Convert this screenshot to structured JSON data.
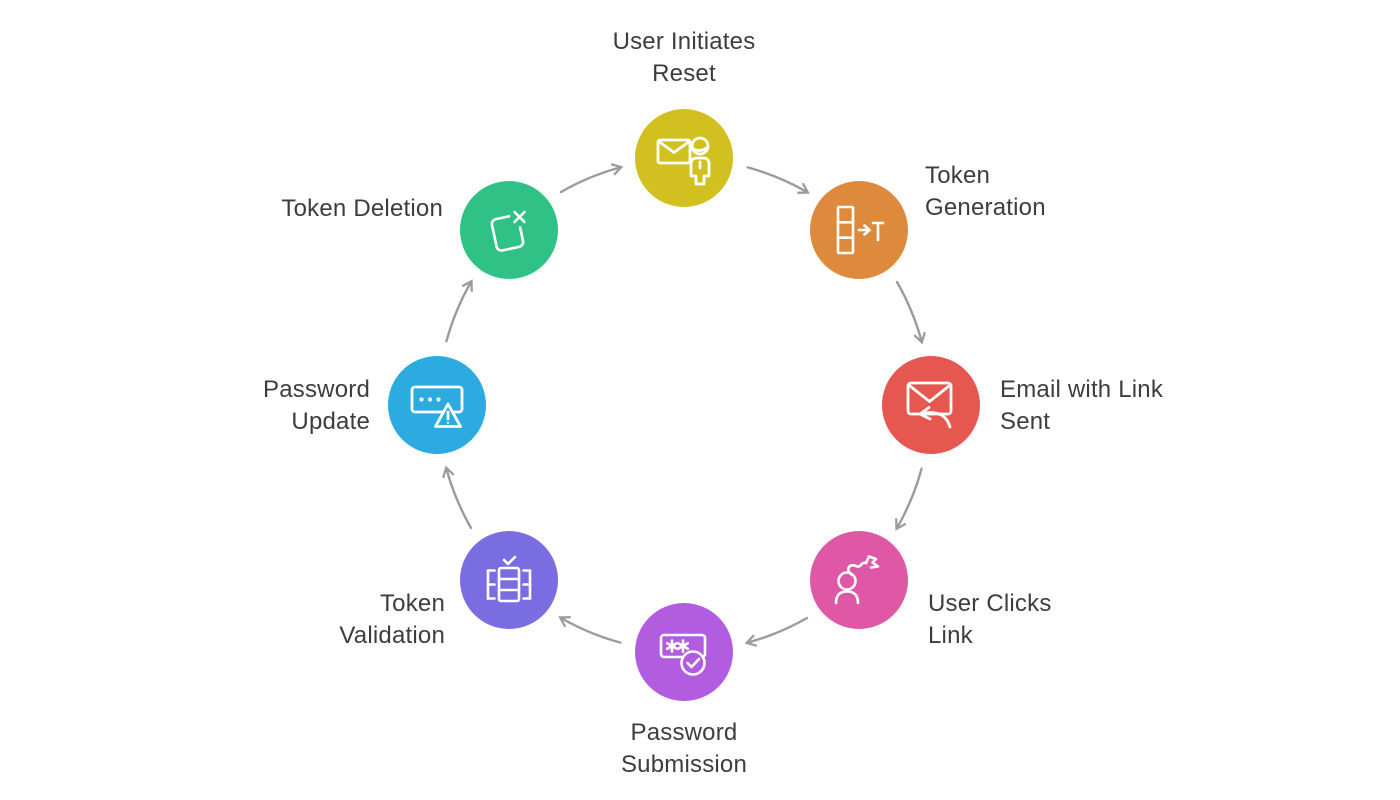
{
  "diagram": {
    "description_visible_text_only": true,
    "icon_color": "#ffffff",
    "arrow_color": "#9b9b9b",
    "text_color": "#3d3d3d"
  },
  "nodes": [
    {
      "label": "User Initiates\nReset",
      "color": "#d1c01f",
      "icon": "mail-user-icon"
    },
    {
      "label": "Token\nGeneration",
      "color": "#dd8a3c",
      "icon": "token-generation-icon"
    },
    {
      "label": "Email with Link\nSent",
      "color": "#e5574f",
      "icon": "email-reply-icon"
    },
    {
      "label": "User Clicks\nLink",
      "color": "#de58a5",
      "icon": "user-click-icon"
    },
    {
      "label": "Password\nSubmission",
      "color": "#b25ce0",
      "icon": "password-check-icon"
    },
    {
      "label": "Token\nValidation",
      "color": "#7a6ce1",
      "icon": "token-validation-icon"
    },
    {
      "label": "Password\nUpdate",
      "color": "#2babdf",
      "icon": "password-warning-icon"
    },
    {
      "label": "Token Deletion",
      "color": "#2fc186",
      "icon": "token-delete-icon"
    }
  ],
  "flow": [
    {
      "from": "User Initiates Reset",
      "to": "Token Generation"
    },
    {
      "from": "Token Generation",
      "to": "Email with Link Sent"
    },
    {
      "from": "Email with Link Sent",
      "to": "User Clicks Link"
    },
    {
      "from": "User Clicks Link",
      "to": "Password Submission"
    },
    {
      "from": "Password Submission",
      "to": "Token Validation"
    },
    {
      "from": "Token Validation",
      "to": "Password Update"
    },
    {
      "from": "Password Update",
      "to": "Token Deletion"
    },
    {
      "from": "Token Deletion",
      "to": "User Initiates Reset"
    }
  ]
}
